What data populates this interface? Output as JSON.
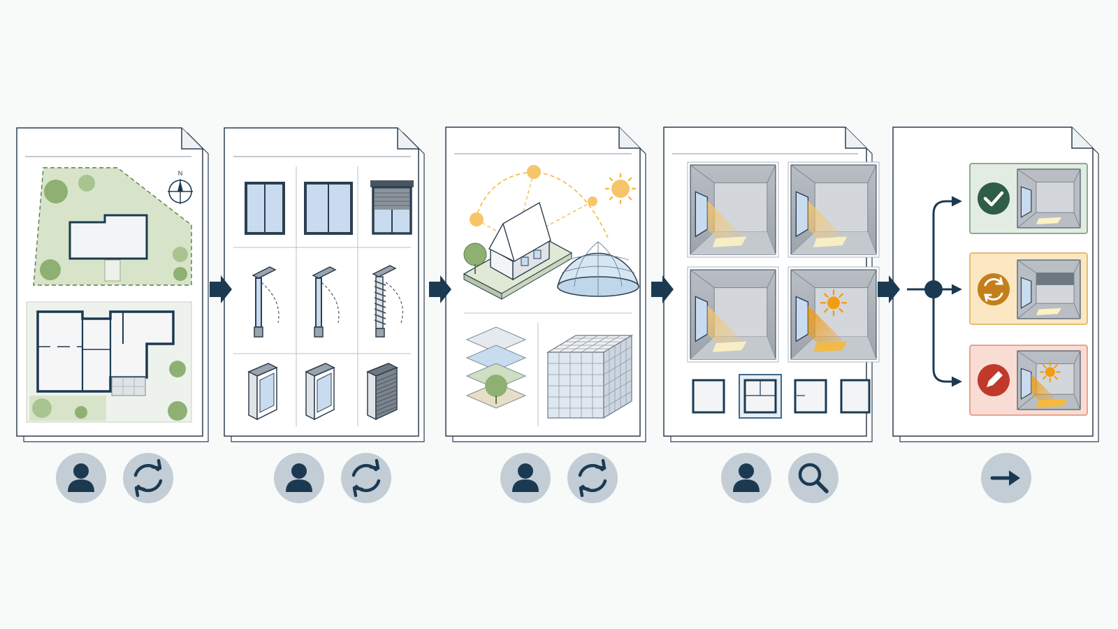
{
  "diagram": {
    "type": "process-flow",
    "step_count": 5,
    "compass_label": "N",
    "colors": {
      "background": "#f8f9f9",
      "navy": "#1b3a52",
      "page_border": "#2c3e50",
      "badge_fill": "#c3cdd6",
      "site_green": "#d7e4c9",
      "tree_green": "#8fb073",
      "sun": "#f6b93b",
      "glass": "#c9dcef",
      "outcome_accept_fill": "#e3ece3",
      "outcome_accept_icon": "#2f5d46",
      "outcome_revise_fill": "#fbe8c3",
      "outcome_revise_icon": "#c47f1a",
      "outcome_redesign_fill": "#f9dcd3",
      "outcome_redesign_icon": "#c0392b"
    },
    "steps": [
      {
        "id": "site-and-floor-plan",
        "page_icons": [
          "site-plan-icon",
          "compass-icon",
          "floor-plan-icon"
        ],
        "badges": [
          "user-icon",
          "refresh-icon"
        ]
      },
      {
        "id": "window-and-shading-options",
        "page_icons": [
          "window-icon",
          "double-window-icon",
          "roller-shutter-window-icon",
          "casement-section-icon",
          "louvre-section-icon",
          "blind-box-icon",
          "roller-shutter-icon"
        ],
        "badges": [
          "user-icon",
          "refresh-icon"
        ]
      },
      {
        "id": "3d-model-and-sky",
        "page_icons": [
          "sun-path-icon",
          "sun-icon",
          "house-model-icon",
          "sky-dome-icon",
          "layer-stack-icon",
          "voxel-grid-icon"
        ],
        "badges": [
          "user-icon",
          "refresh-icon"
        ]
      },
      {
        "id": "daylight-simulation",
        "page_icons": [
          "room-render-icon",
          "glare-sun-icon",
          "room-thumbnail-icon"
        ],
        "badges": [
          "user-icon",
          "search-icon"
        ]
      },
      {
        "id": "decision-outcomes",
        "page_icons": [
          "branch-node-icon"
        ],
        "outcomes": [
          {
            "id": "accept",
            "icon": "check-icon"
          },
          {
            "id": "revise",
            "icon": "refresh-icon"
          },
          {
            "id": "redesign",
            "icon": "pencil-icon"
          }
        ],
        "badges": [
          "arrow-right-icon"
        ]
      }
    ],
    "connectors": [
      "arrow-right-icon",
      "arrow-right-icon",
      "arrow-right-icon",
      "arrow-right-icon"
    ]
  }
}
